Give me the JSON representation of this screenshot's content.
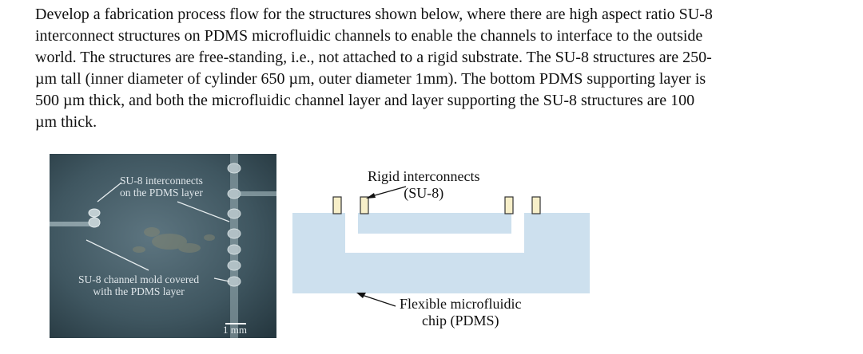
{
  "problem": {
    "lines": [
      "Develop a fabrication process flow for the structures shown below, where there are high aspect ratio SU-8",
      "interconnect structures on PDMS microfluidic channels to enable the channels to interface to the outside",
      "world. The structures are free-standing, i.e., not attached to a rigid substrate. The SU-8 structures are 250-",
      "µm tall (inner diameter of cylinder 650 µm, outer diameter 1mm). The bottom PDMS supporting layer is",
      "500 µm thick, and both the microfluidic channel layer and layer supporting the SU-8 structures are 100",
      "µm thick."
    ]
  },
  "photo": {
    "label_interconnects": [
      "SU-8 interconnects",
      "on the PDMS layer"
    ],
    "label_mold": [
      "SU-8 channel mold covered",
      "with the PDMS layer"
    ],
    "scale_bar": "1 mm"
  },
  "diagram": {
    "label_rigid": [
      "Rigid interconnects",
      "(SU-8)"
    ],
    "label_flexible": [
      "Flexible microfluidic",
      "chip (PDMS)"
    ],
    "colors": {
      "pdms": "#cde0ee",
      "su8": "#f7efc9",
      "su8_outline": "#333333"
    }
  }
}
